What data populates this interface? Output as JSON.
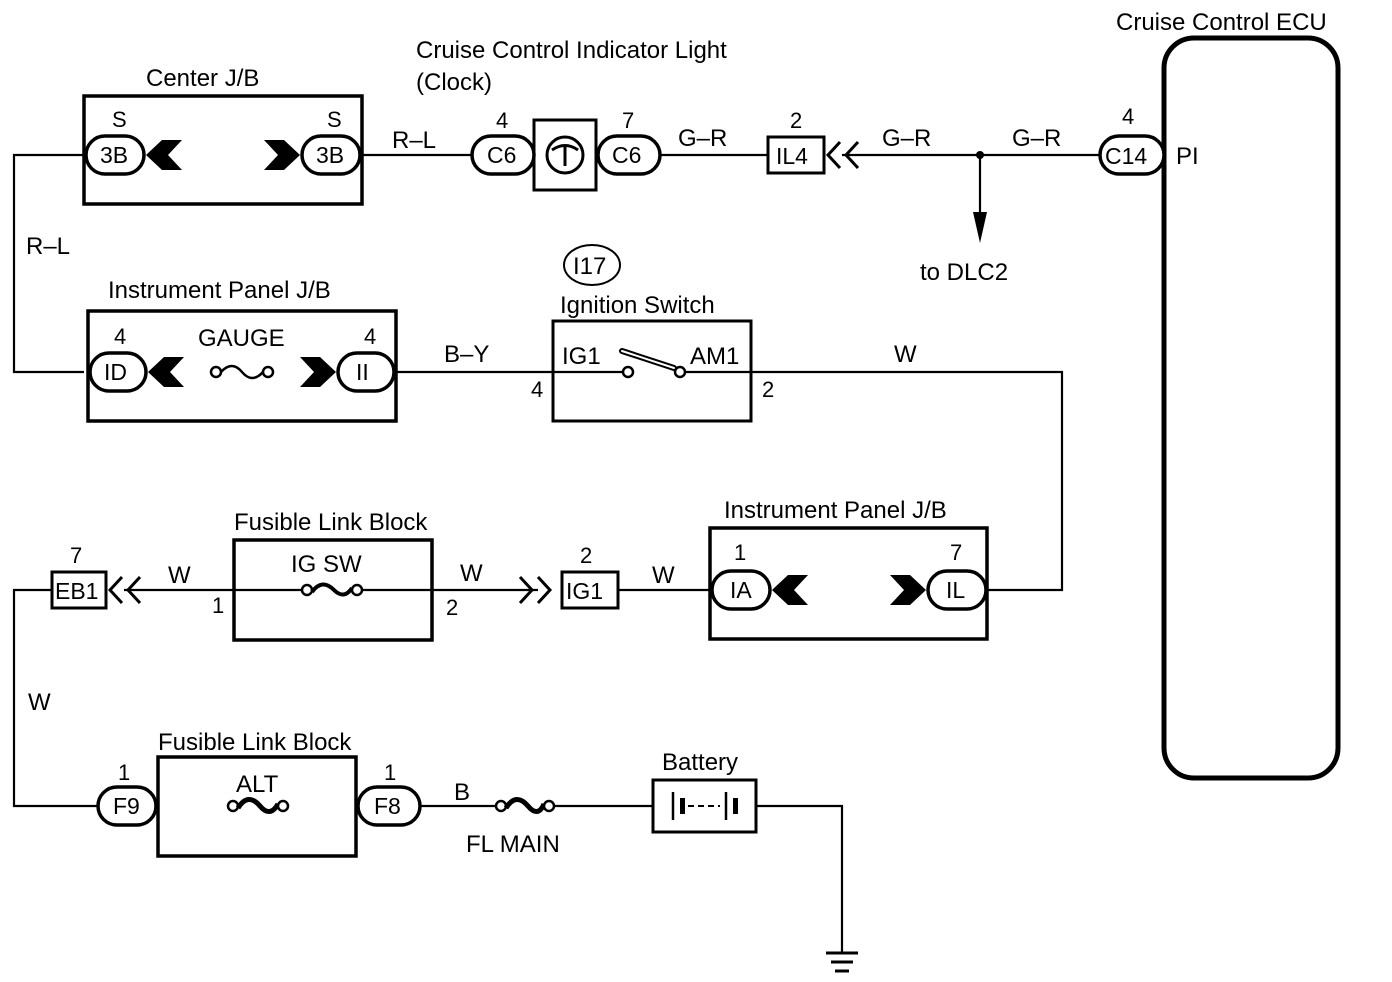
{
  "diagram": {
    "components": {
      "center_jb": {
        "title": "Center J/B",
        "left": {
          "pin": "S",
          "connector": "3B"
        },
        "right": {
          "pin": "S",
          "connector": "3B"
        }
      },
      "indicator_light": {
        "title_line1": "Cruise Control Indicator Light",
        "title_line2": "(Clock)",
        "left": {
          "pin": "4",
          "connector": "C6"
        },
        "right": {
          "pin": "7",
          "connector": "C6"
        }
      },
      "il4": {
        "pin": "2",
        "connector": "IL4"
      },
      "ecu": {
        "title": "Cruise Control ECU",
        "pin": "4",
        "connector": "C14",
        "terminal": "PI"
      },
      "dlc2": {
        "label": "to DLC2"
      },
      "ip_jb_gauge": {
        "title": "Instrument Panel J/B",
        "fuse": "GAUGE",
        "left": {
          "pin": "4",
          "connector": "ID"
        },
        "right": {
          "pin": "4",
          "connector": "II"
        }
      },
      "ignition_switch": {
        "code": "I17",
        "title": "Ignition Switch",
        "left_terminal": "IG1",
        "right_terminal": "AM1",
        "left_pin": "4",
        "right_pin": "2"
      },
      "fl_block_igsw": {
        "title": "Fusible Link Block",
        "fuse": "IG SW",
        "left_pin": "1",
        "right_pin": "2"
      },
      "eb1": {
        "pin": "7",
        "connector": "EB1"
      },
      "ig1": {
        "pin": "2",
        "connector": "IG1"
      },
      "ip_jb_ia": {
        "title": "Instrument Panel J/B",
        "left": {
          "pin": "1",
          "connector": "IA"
        },
        "right": {
          "pin": "7",
          "connector": "IL"
        }
      },
      "fl_block_alt": {
        "title": "Fusible Link Block",
        "fuse": "ALT",
        "left": {
          "pin": "1",
          "connector": "F9"
        },
        "right": {
          "pin": "1",
          "connector": "F8"
        }
      },
      "fl_main": {
        "label": "FL MAIN"
      },
      "battery": {
        "title": "Battery"
      }
    },
    "wires": {
      "rl_top": "R–L",
      "rl_left": "R–L",
      "gr_1": "G–R",
      "gr_2": "G–R",
      "gr_3": "G–R",
      "by": "B–Y",
      "w_ign": "W",
      "w_eb1": "W",
      "w_igsw_out": "W",
      "w_ig1": "W",
      "w_left": "W",
      "b_main": "B"
    }
  }
}
